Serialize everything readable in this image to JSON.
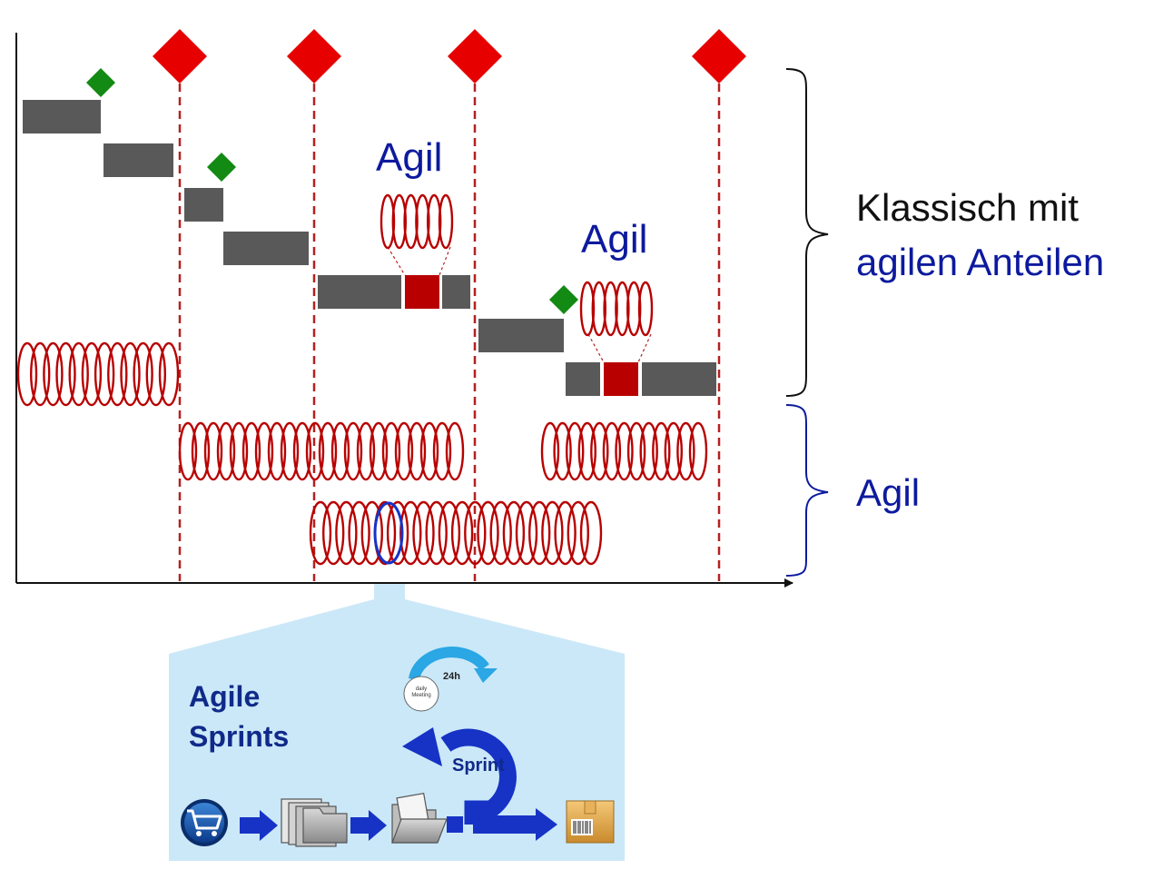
{
  "labels": {
    "agil_top": "Agil",
    "agil_mid": "Agil",
    "klassisch_line1": "Klassisch mit",
    "klassisch_line2": "agilen Anteilen",
    "agil_right": "Agil",
    "agile_sprints_line1": "Agile",
    "agile_sprints_line2": "Sprints",
    "sprint": "Sprint",
    "hours": "24h",
    "daily_line1": "daily",
    "daily_line2": "Meeting"
  },
  "icons": {
    "cart": "shopping-cart-icon",
    "folders": "document-folders-icon",
    "open_folder": "open-folder-icon",
    "package": "package-box-icon"
  },
  "colors": {
    "milestone_red": "#e60000",
    "milestone_green": "#138a13",
    "bar_gray": "#595959",
    "agile_red": "#b80000",
    "dashed_line": "#b52020",
    "label_blue": "#0d1a9e",
    "panel_blue": "#cbe8f8",
    "arrow_blue": "#1633c6",
    "cycle_light_blue": "#2aa7e4"
  }
}
